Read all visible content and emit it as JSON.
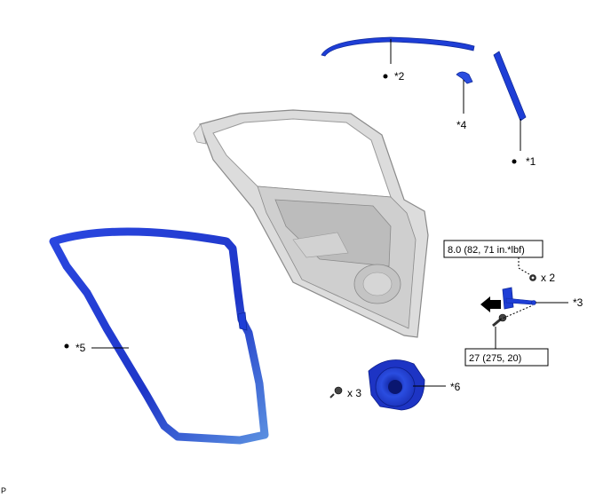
{
  "callouts": {
    "c1": "*1",
    "c2": "*2",
    "c3": "*3",
    "c4": "*4",
    "c5": "*5",
    "c6": "*6"
  },
  "torque": {
    "upper": "8.0 (82, 71 in.*lbf)",
    "lower": "27 (275, 20)"
  },
  "quantities": {
    "nuts": "x 2",
    "screws": "x 3"
  },
  "footer": {
    "code": "P"
  },
  "colors": {
    "part_blue": "#1e3ed6",
    "door_gray": "#d8d8d8",
    "line": "#000000"
  }
}
